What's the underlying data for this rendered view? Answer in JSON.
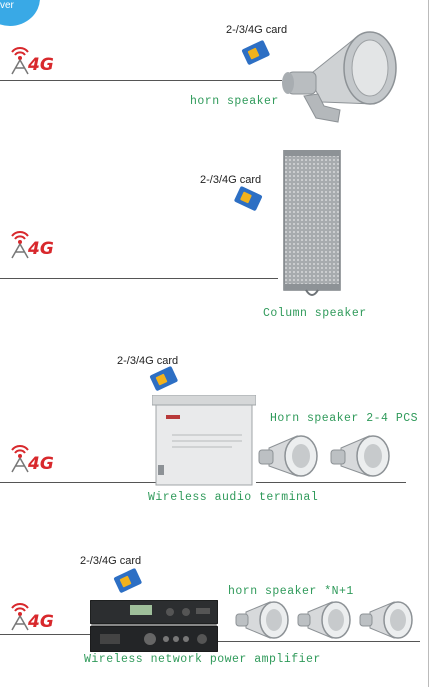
{
  "top_badge": "ver",
  "card_label": "2-/3/4G card",
  "network_label": "4G",
  "sections": [
    {
      "card": "2-/3/4G card",
      "caption": "horn speaker"
    },
    {
      "card": "2-/3/4G card",
      "caption": "Column speaker"
    },
    {
      "card": "2-/3/4G card",
      "caption": "Wireless audio terminal",
      "speaker_caption": "Horn speaker 2-4 PCS"
    },
    {
      "card": "2-/3/4G card",
      "caption": "Wireless network power amplifier",
      "speaker_caption": "horn speaker *N+1"
    }
  ],
  "colors": {
    "caption_green": "#2f9a5a",
    "signal_red": "#d8282c",
    "sim_blue": "#2d6fc4",
    "sim_yellow": "#f2b21b"
  }
}
